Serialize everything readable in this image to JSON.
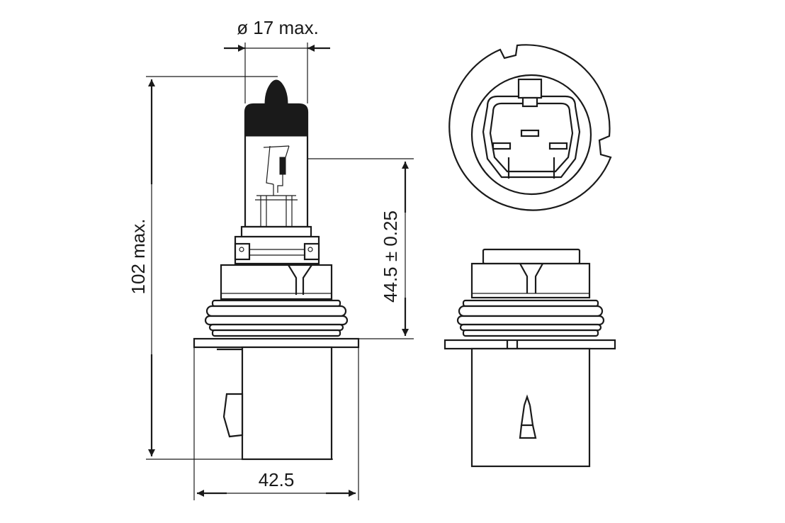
{
  "dimensions": {
    "diameter_max": "ø 17 max.",
    "length_max": "102 max.",
    "light_center": "44.5 ± 0.25",
    "base_width": "42.5"
  }
}
